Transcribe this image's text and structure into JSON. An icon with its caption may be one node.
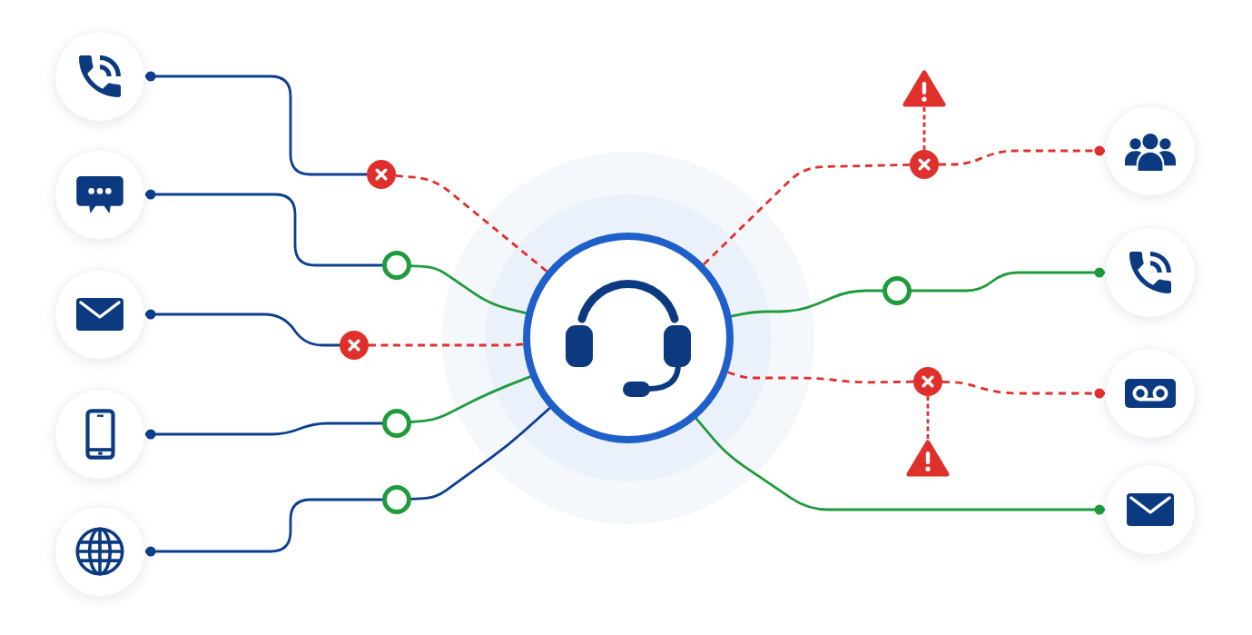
{
  "diagram": {
    "nodes": [
      {
        "text": [],
        "shape": "circle"
      },
      {
        "text": [],
        "shape": "circle"
      },
      {
        "text": [],
        "shape": "circle"
      },
      {
        "text": [],
        "shape": "circle"
      },
      {
        "text": [],
        "shape": "circle"
      },
      {
        "text": [],
        "shape": "circle"
      },
      {
        "text": [],
        "shape": "circle"
      },
      {
        "text": [],
        "shape": "circle"
      },
      {
        "text": [],
        "shape": "circle"
      },
      {
        "text": [],
        "shape": "circle"
      },
      {
        "text": [],
        "shape": "circle"
      },
      {
        "text": [],
        "shape": "triangle"
      },
      {
        "text": [],
        "shape": "circle"
      },
      {
        "text": [],
        "shape": "circle"
      },
      {
        "text": [],
        "shape": "circle"
      },
      {
        "text": [],
        "shape": "triangle"
      },
      {
        "text": [],
        "shape": "circle"
      },
      {
        "text": [],
        "shape": "circle"
      },
      {
        "text": [],
        "shape": "circle"
      },
      {
        "text": [],
        "shape": "circle"
      }
    ],
    "edges": [
      {
        "from": 0,
        "to": 5,
        "arrow": "other",
        "color": "#0d3f8f"
      },
      {
        "from": 5,
        "to": 10,
        "arrow": "none",
        "style": "dashed"
      },
      {
        "from": 1,
        "to": 6,
        "arrow": "other",
        "color": "#0d3f8f"
      },
      {
        "from": 6,
        "to": 10,
        "arrow": "none",
        "color": "#1e9b3c"
      },
      {
        "from": 2,
        "to": 7,
        "arrow": "other",
        "color": "#0d3f8f"
      },
      {
        "from": 7,
        "to": 10,
        "arrow": "none",
        "style": "dashed"
      },
      {
        "from": 3,
        "to": 8,
        "arrow": "other",
        "color": "#0d3f8f"
      },
      {
        "from": 8,
        "to": 10,
        "arrow": "none",
        "color": "#1e9b3c"
      },
      {
        "from": 4,
        "to": 9,
        "arrow": "other",
        "color": "#0d3f8f"
      },
      {
        "from": 9,
        "to": 10,
        "arrow": "none",
        "color": "#0d3f8f"
      },
      {
        "from": 10,
        "to": 12,
        "arrow": "none",
        "style": "dashed"
      },
      {
        "from": 11,
        "to": 12,
        "arrow": "none",
        "style": "dashed"
      },
      {
        "from": 16,
        "to": 12,
        "arrow": "other",
        "style": "dashed"
      },
      {
        "from": 10,
        "to": 13,
        "arrow": "none",
        "color": "#1e9b3c"
      },
      {
        "from": 17,
        "to": 13,
        "arrow": "other",
        "color": "#1e9b3c"
      },
      {
        "from": 10,
        "to": 14,
        "arrow": "none",
        "style": "dashed"
      },
      {
        "from": 15,
        "to": 14,
        "arrow": "none",
        "style": "dashed"
      },
      {
        "from": 18,
        "to": 14,
        "arrow": "other",
        "style": "dashed"
      },
      {
        "from": 19,
        "to": 10,
        "arrow": "other",
        "color": "#1e9b3c"
      }
    ]
  }
}
